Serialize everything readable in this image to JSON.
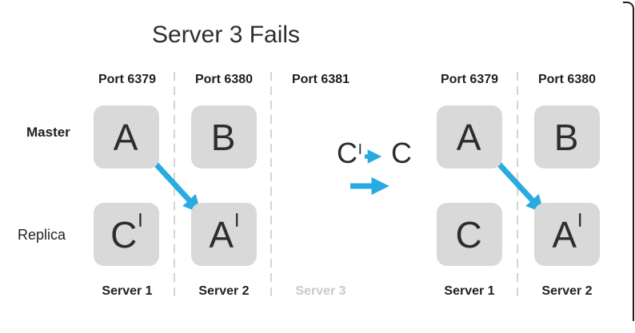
{
  "title": "Server 3 Fails",
  "colors": {
    "accent": "#29abe2",
    "box_fill": "#d9d9d9",
    "divider": "#d4d4d4",
    "muted_text": "#c9c9c9",
    "text": "#2b2b2b"
  },
  "row_labels": {
    "master": "Master",
    "replica": "Replica"
  },
  "transition": {
    "from_letter": "C",
    "from_prime": "|",
    "to_letter": "C"
  },
  "left_cluster": {
    "ports": [
      "Port 6379",
      "Port 6380",
      "Port 6381"
    ],
    "boxes": {
      "master": [
        {
          "letter": "A",
          "prime": ""
        },
        {
          "letter": "B",
          "prime": ""
        }
      ],
      "replica": [
        {
          "letter": "C",
          "prime": "|"
        },
        {
          "letter": "A",
          "prime": "|"
        }
      ]
    },
    "servers": [
      "Server 1",
      "Server 2",
      "Server 3"
    ]
  },
  "right_cluster": {
    "ports": [
      "Port 6379",
      "Port 6380"
    ],
    "boxes": {
      "master": [
        {
          "letter": "A",
          "prime": ""
        },
        {
          "letter": "B",
          "prime": ""
        }
      ],
      "replica": [
        {
          "letter": "C",
          "prime": ""
        },
        {
          "letter": "A",
          "prime": "|"
        }
      ]
    },
    "servers": [
      "Server 1",
      "Server 2"
    ]
  }
}
